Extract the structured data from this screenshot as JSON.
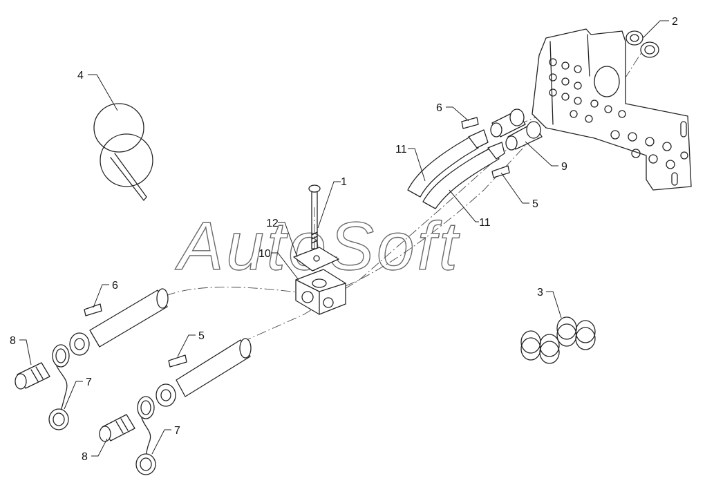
{
  "watermark": "AutoSoft",
  "callouts": {
    "c1": "1",
    "c2": "2",
    "c3": "3",
    "c4": "4",
    "c5_top": "5",
    "c5_bottom": "5",
    "c6_top": "6",
    "c6_bottom": "6",
    "c7_upper": "7",
    "c7_lower": "7",
    "c8_upper": "8",
    "c8_lower": "8",
    "c9": "9",
    "c10": "10",
    "c11_left": "11",
    "c11_right": "11",
    "c12": "12"
  },
  "parts": [
    {
      "number": "1",
      "icon": "bolt-icon"
    },
    {
      "number": "2",
      "icon": "nut-icon"
    },
    {
      "number": "3",
      "icon": "o-ring-icon"
    },
    {
      "number": "4",
      "icon": "cable-tie-icon"
    },
    {
      "number": "5",
      "icon": "hose-tag-icon"
    },
    {
      "number": "6",
      "icon": "hose-tag-icon"
    },
    {
      "number": "7",
      "icon": "dust-cap-icon"
    },
    {
      "number": "8",
      "icon": "quick-coupler-icon"
    },
    {
      "number": "9",
      "icon": "adapter-fitting-icon"
    },
    {
      "number": "10",
      "icon": "hose-clamp-icon"
    },
    {
      "number": "11",
      "icon": "hydraulic-hose-icon"
    },
    {
      "number": "12",
      "icon": "clamp-plate-icon"
    }
  ]
}
